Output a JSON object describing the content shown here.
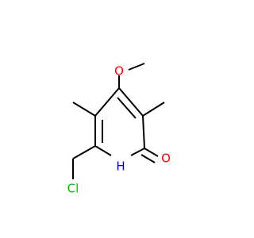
{
  "molecule": {
    "atoms": {
      "oxygen_methoxy": {
        "label": "O",
        "color": "#ff0000"
      },
      "oxygen_carbonyl": {
        "label": "O",
        "color": "#ff0000"
      },
      "nitrogen_ring": {
        "label": "H",
        "color": "#0000ff"
      },
      "chlorine": {
        "label": "Cl",
        "color": "#00c000"
      }
    }
  }
}
